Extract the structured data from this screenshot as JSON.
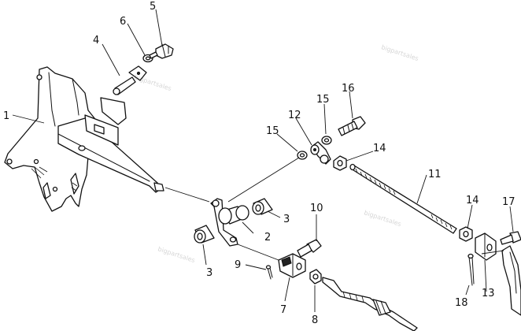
{
  "diagram": {
    "callouts": [
      "1",
      "2",
      "3",
      "3",
      "4",
      "5",
      "6",
      "7",
      "8",
      "9",
      "10",
      "11",
      "12",
      "13",
      "14",
      "14",
      "15",
      "15",
      "16",
      "17",
      "18"
    ]
  }
}
